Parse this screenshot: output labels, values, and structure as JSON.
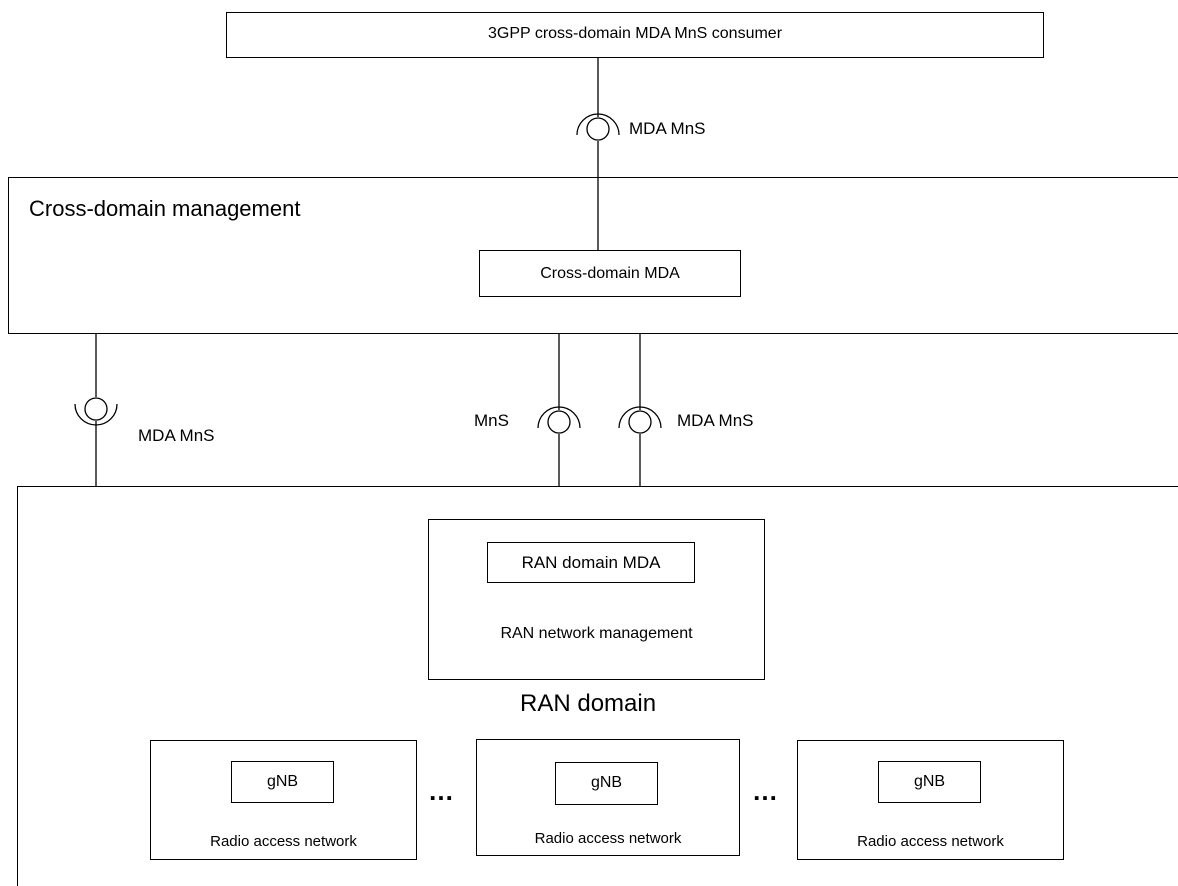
{
  "consumer": {
    "label": "3GPP cross-domain MDA MnS consumer"
  },
  "cross_domain_management": {
    "title": "Cross-domain management",
    "mda_label": "Cross-domain MDA"
  },
  "interfaces": {
    "top_mda_mns": "MDA MnS",
    "left_mda_mns": "MDA MnS",
    "mid_mns": "MnS",
    "right_mda_mns": "MDA MnS"
  },
  "ran_domain": {
    "title": "RAN domain",
    "network_management": {
      "label": "RAN network management",
      "mda_label": "RAN domain MDA"
    },
    "radio_access_networks": [
      {
        "node_label": "gNB",
        "label": "Radio access network"
      },
      {
        "node_label": "gNB",
        "label": "Radio access network"
      },
      {
        "node_label": "gNB",
        "label": "Radio access network"
      }
    ],
    "ellipsis": [
      "…",
      "…"
    ]
  }
}
